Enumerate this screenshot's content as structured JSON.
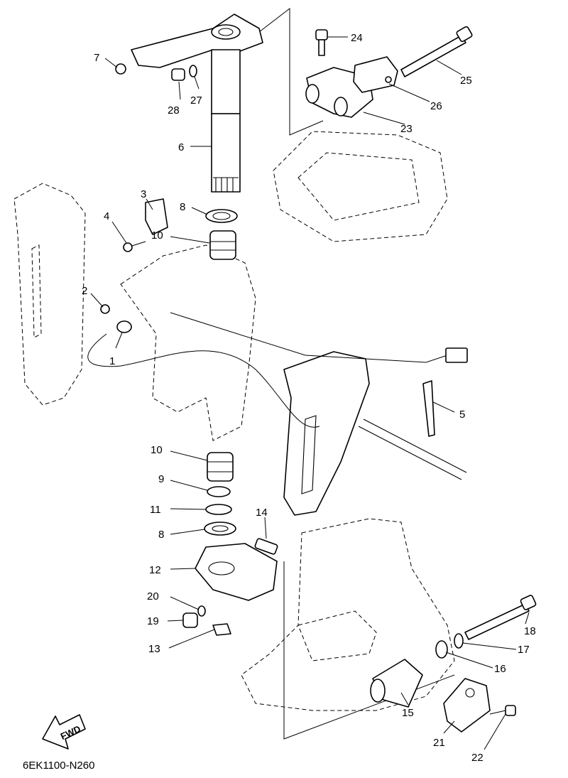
{
  "diagram_code": "6EK1100-N260",
  "fwd_label": "FWD",
  "callouts": {
    "c1": "1",
    "c2": "2",
    "c3": "3",
    "c4": "4",
    "c5": "5",
    "c6": "6",
    "c7": "7",
    "c8a": "8",
    "c8b": "8",
    "c9": "9",
    "c10a": "10",
    "c10b": "10",
    "c11": "11",
    "c12": "12",
    "c13": "13",
    "c14": "14",
    "c15": "15",
    "c16": "16",
    "c17": "17",
    "c18": "18",
    "c19": "19",
    "c20": "20",
    "c21": "21",
    "c22": "22",
    "c23": "23",
    "c24": "24",
    "c25": "25",
    "c26": "26",
    "c27": "27",
    "c28": "28"
  }
}
